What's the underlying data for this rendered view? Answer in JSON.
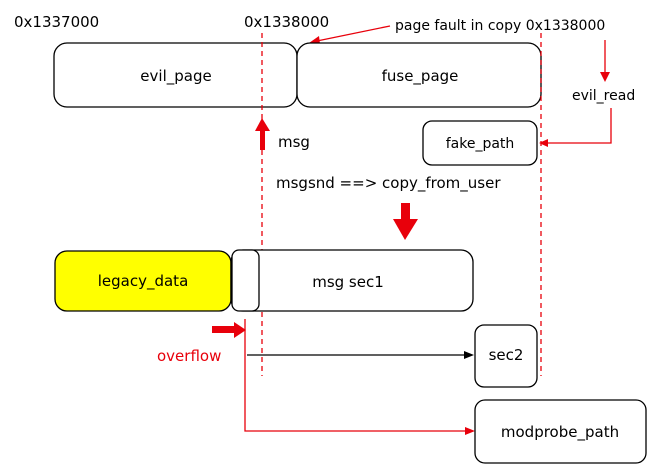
{
  "colors": {
    "red": "#e8000b",
    "highlight": "#ffff00",
    "ink": "#000000"
  },
  "addresses": {
    "left": "0x1337000",
    "right": "0x1338000"
  },
  "annotations": {
    "page_fault": "page fault in copy 0x1338000",
    "evil_read": "evil_read",
    "msg": "msg",
    "msgsnd": "msgsnd ==> copy_from_user",
    "overflow": "overflow"
  },
  "boxes": {
    "evil_page": "evil_page",
    "fuse_page": "fuse_page",
    "fake_path": "fake_path",
    "legacy_data": "legacy_data",
    "msg_sec1": "msg sec1",
    "sec2": "sec2",
    "modprobe_path": "modprobe_path"
  }
}
